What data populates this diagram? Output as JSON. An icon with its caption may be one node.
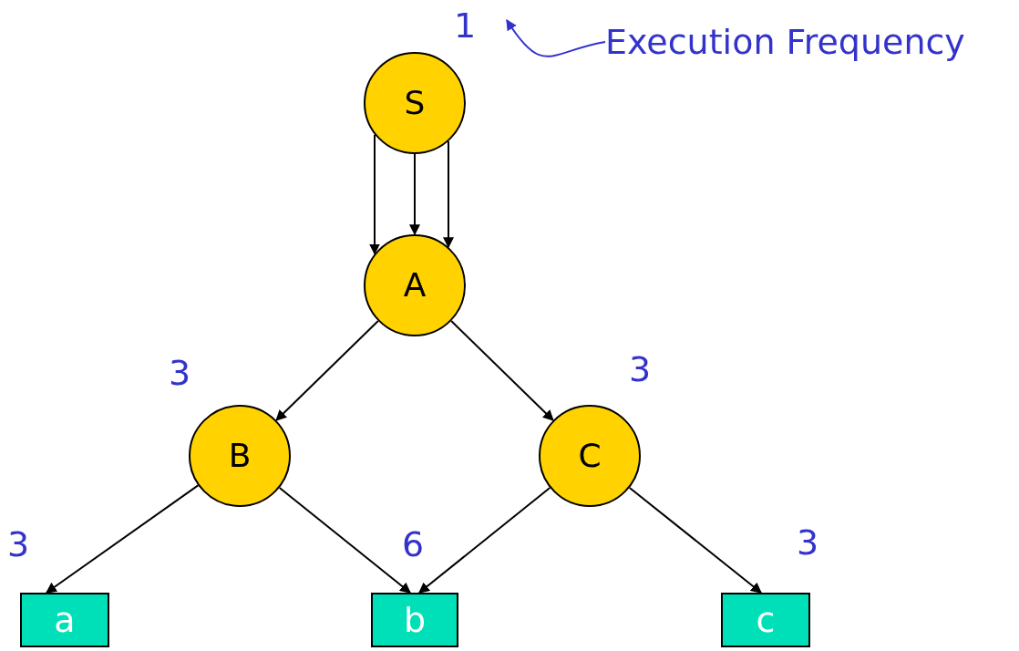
{
  "diagram": {
    "nodes": [
      {
        "text": [
          "S"
        ]
      },
      {
        "text": [
          "A"
        ]
      },
      {
        "text": [
          "B"
        ],
        "beside": [
          "3"
        ]
      },
      {
        "text": [
          "C"
        ],
        "beside": [
          "3"
        ]
      },
      {
        "text": [
          "a"
        ],
        "beside": [
          "3"
        ]
      },
      {
        "text": [
          "b"
        ],
        "beside": [
          "6"
        ]
      },
      {
        "text": [
          "c"
        ],
        "beside": [
          "3"
        ]
      },
      {
        "text": [
          "1"
        ]
      },
      {
        "text": [
          "Execution Frequency"
        ]
      }
    ],
    "edges": [
      {
        "from": 0,
        "to": 1,
        "arrow": "to"
      },
      {
        "from": 0,
        "to": 1,
        "arrow": "to"
      },
      {
        "from": 0,
        "to": 1,
        "arrow": "to"
      },
      {
        "from": 1,
        "to": 2,
        "arrow": "to"
      },
      {
        "from": 1,
        "to": 3,
        "arrow": "to"
      },
      {
        "from": 2,
        "to": 4,
        "arrow": "to"
      },
      {
        "from": 2,
        "to": 5,
        "arrow": "to"
      },
      {
        "from": 3,
        "to": 5,
        "arrow": "to"
      },
      {
        "from": 3,
        "to": 6,
        "arrow": "to"
      },
      {
        "from": 8,
        "to": 7,
        "arrow": "to",
        "color": "#3333cc"
      }
    ]
  }
}
